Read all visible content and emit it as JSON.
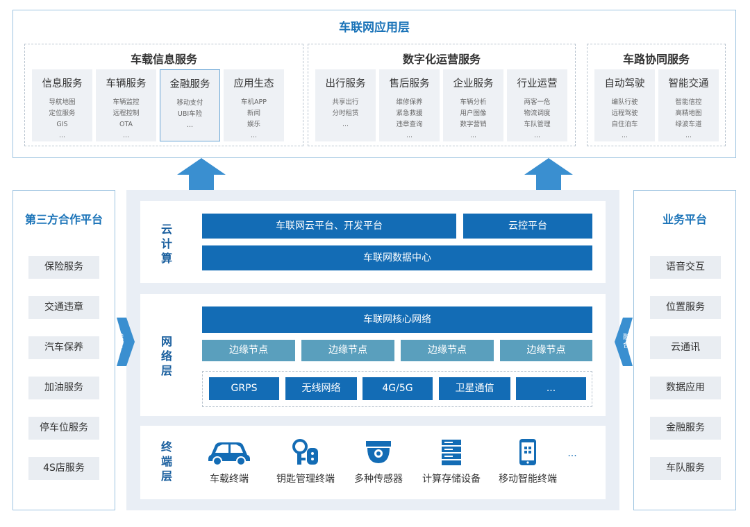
{
  "app_layer": {
    "title": "车联网应用层",
    "groups": [
      {
        "title": "车载信息服务",
        "cards": [
          {
            "title": "信息服务",
            "lines": [
              "导航地图",
              "定位服务",
              "GIS",
              "..."
            ]
          },
          {
            "title": "车辆服务",
            "lines": [
              "车辆监控",
              "远程控制",
              "OTA",
              "..."
            ]
          },
          {
            "title": "金融服务",
            "lines": [
              "移动支付",
              "UBI车险",
              "..."
            ]
          },
          {
            "title": "应用生态",
            "lines": [
              "车机APP",
              "新闻",
              "娱乐",
              "..."
            ]
          }
        ]
      },
      {
        "title": "数字化运营服务",
        "cards": [
          {
            "title": "出行服务",
            "lines": [
              "共享出行",
              "分时租赁",
              "..."
            ]
          },
          {
            "title": "售后服务",
            "lines": [
              "维修保养",
              "紧急救援",
              "违章查询",
              "..."
            ]
          },
          {
            "title": "企业服务",
            "lines": [
              "车辆分析",
              "用户图像",
              "数字营销",
              "..."
            ]
          },
          {
            "title": "行业运营",
            "lines": [
              "两客一危",
              "物流调度",
              "车队管理",
              "..."
            ]
          }
        ]
      },
      {
        "title": "车路协同服务",
        "cards": [
          {
            "title": "自动驾驶",
            "lines": [
              "编队行驶",
              "远程驾驶",
              "自住泊车",
              "..."
            ]
          },
          {
            "title": "智能交通",
            "lines": [
              "智能信控",
              "高精地图",
              "绿波车道",
              "..."
            ]
          }
        ]
      }
    ]
  },
  "left_panel": {
    "title": "第三方合作平台",
    "items": [
      "保险服务",
      "交通违章",
      "汽车保养",
      "加油服务",
      "停车位服务",
      "4S店服务"
    ]
  },
  "right_panel": {
    "title": "业务平台",
    "items": [
      "语音交互",
      "位置服务",
      "云通讯",
      "数据应用",
      "金融服务",
      "车队服务"
    ]
  },
  "fusion_label": "融合",
  "cloud": {
    "label": "云计算",
    "platform": "车联网云平台、开发平台",
    "cloud_control": "云控平台",
    "data_center": "车联网数据中心"
  },
  "network": {
    "label": "网络层",
    "core": "车联网核心网络",
    "edge_nodes": [
      "边缘节点",
      "边缘节点",
      "边缘节点",
      "边缘节点"
    ],
    "links": [
      "GRPS",
      "无线网络",
      "4G/5G",
      "卫星通信",
      "..."
    ]
  },
  "terminal": {
    "label": "终端层",
    "items": [
      {
        "label": "车载终端",
        "icon": "car-icon"
      },
      {
        "label": "钥匙管理终端",
        "icon": "key-icon"
      },
      {
        "label": "多种传感器",
        "icon": "sensor-icon"
      },
      {
        "label": "计算存储设备",
        "icon": "server-icon"
      },
      {
        "label": "移动智能终端",
        "icon": "phone-icon"
      }
    ],
    "more": "..."
  },
  "colors": {
    "primary": "#136cb5",
    "edge": "#5a9fbd",
    "title_blue": "#1a73b8"
  }
}
